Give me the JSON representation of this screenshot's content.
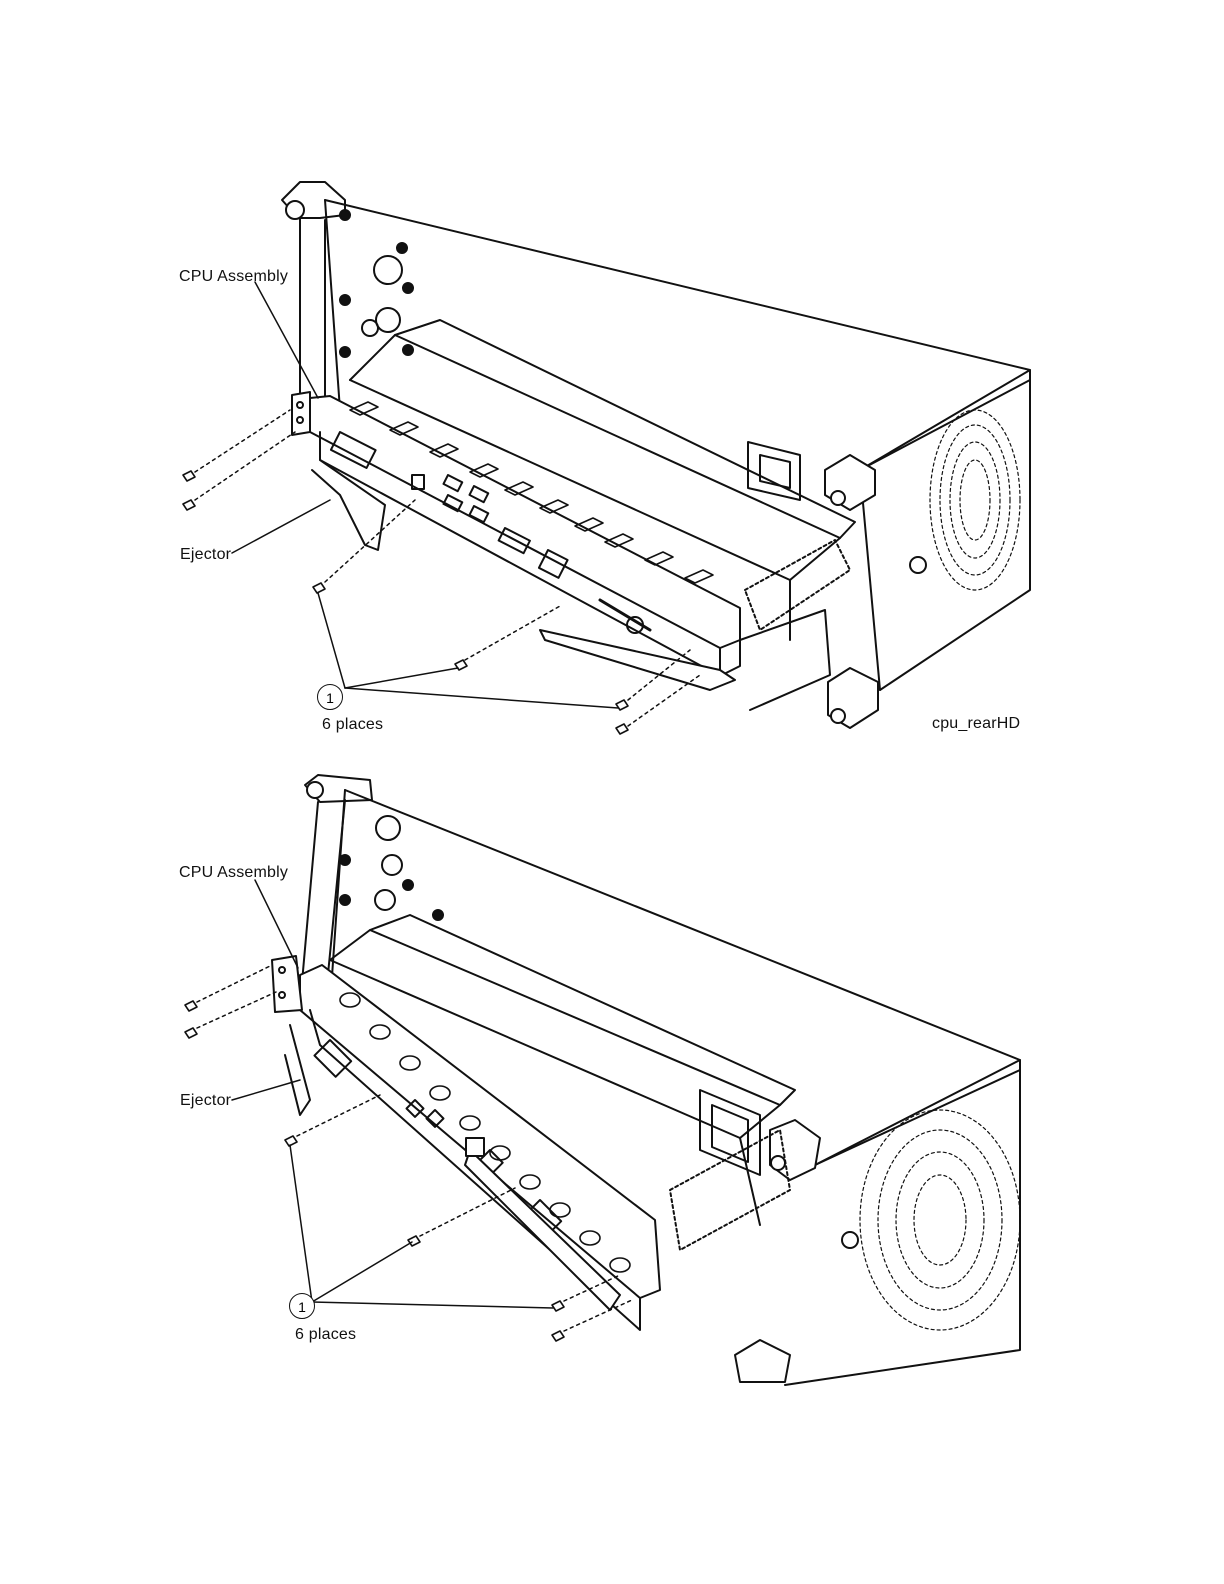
{
  "figures": [
    {
      "id": "top",
      "labels": {
        "cpu_assembly": "CPU Assembly",
        "ejector": "Ejector",
        "callout_number": "1",
        "callout_text": "6 places",
        "figure_id": "cpu_rearHD"
      }
    },
    {
      "id": "bottom",
      "labels": {
        "cpu_assembly": "CPU Assembly",
        "ejector": "Ejector",
        "callout_number": "1",
        "callout_text": "6 places"
      }
    }
  ]
}
